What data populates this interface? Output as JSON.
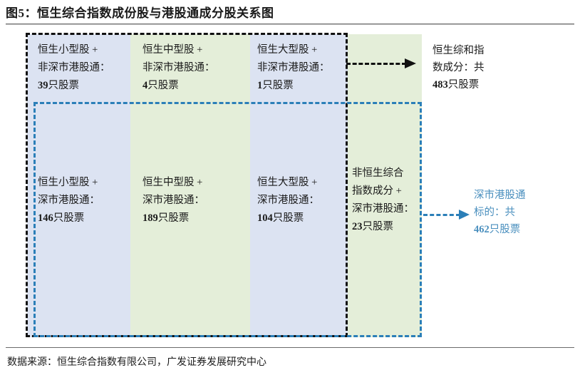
{
  "title": "图5：恒生综合指数成份股与港股通成分股关系图",
  "diagram": {
    "cells": [
      {
        "id": "small-non",
        "line1": "恒生小型股 +",
        "line2": "非深市港股通：",
        "count": "39",
        "unit": "只股票",
        "fill": "#dce3f2"
      },
      {
        "id": "mid-non",
        "line1": "恒生中型股 +",
        "line2": "非深市港股通：",
        "count": "4",
        "unit": "只股票",
        "fill": "#e4eed9"
      },
      {
        "id": "large-non",
        "line1": "恒生大型股 +",
        "line2": "非深市港股通：",
        "count": "1",
        "unit": "只股票",
        "fill": "#dce3f2"
      },
      {
        "id": "small-sz",
        "line1": "恒生小型股 +",
        "line2": "深市港股通：",
        "count": "146",
        "unit": "只股票",
        "fill": "#dce3f2"
      },
      {
        "id": "mid-sz",
        "line1": "恒生中型股 +",
        "line2": "深市港股通：",
        "count": "189",
        "unit": "只股票",
        "fill": "#e4eed9"
      },
      {
        "id": "large-sz",
        "line1": "恒生大型股 +",
        "line2": "深市港股通：",
        "count": "104",
        "unit": "只股票",
        "fill": "#dce3f2"
      },
      {
        "id": "nonhsci-sz",
        "line1": "非恒生综合",
        "line2": "指数成分 +",
        "line3": "深市港股通：",
        "count": "23",
        "unit": "只股票",
        "fill": "#e4eed9"
      }
    ],
    "annotations": [
      {
        "id": "hsci",
        "line1": "恒生综和指",
        "line2": "数成分：共",
        "count": "483",
        "unit": "只股票",
        "color": "#111111"
      },
      {
        "id": "szhk",
        "line1": "深市港股通",
        "line2": "标的：共",
        "count": "462",
        "unit": "只股票",
        "color": "#4a8fbe"
      }
    ],
    "outlines": [
      {
        "id": "hsci-box",
        "color": "#111111",
        "style": "dashed"
      },
      {
        "id": "szhk-box",
        "color": "#2b7fb8",
        "style": "dashed"
      }
    ]
  },
  "footer": {
    "source": "数据来源：恒生综合指数有限公司，广发证券发展研究中心"
  }
}
